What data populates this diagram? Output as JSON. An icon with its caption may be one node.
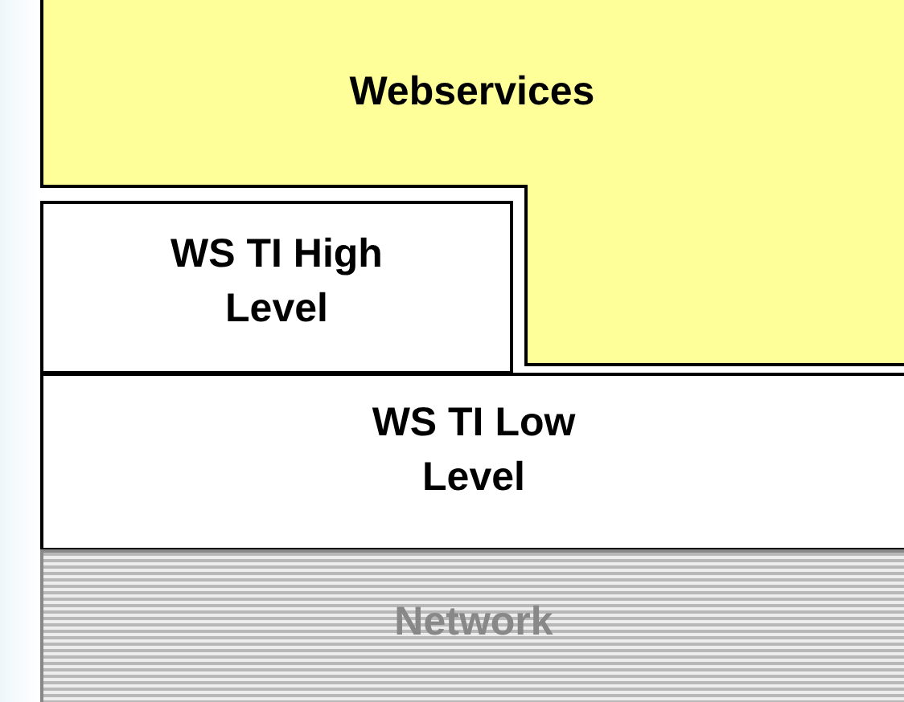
{
  "diagram": {
    "nodes": [
      {
        "text": [
          "Webservices"
        ]
      },
      {
        "text": [
          "WS TI High Level"
        ]
      },
      {
        "text": [
          "WS TI Low Level"
        ]
      },
      {
        "text": [
          "Network"
        ]
      }
    ]
  }
}
